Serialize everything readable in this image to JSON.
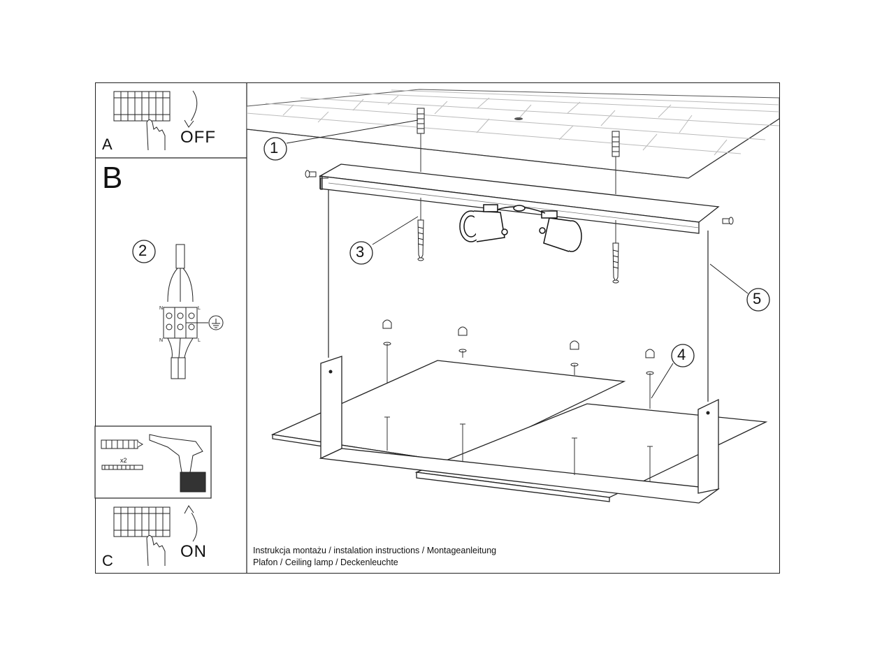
{
  "step_a": {
    "letter": "A",
    "state": "OFF"
  },
  "step_b": {
    "letter": "B"
  },
  "step_c": {
    "letter": "C",
    "state": "ON"
  },
  "drill_panel": {
    "quantity": "x2"
  },
  "wiring": {
    "terminal_left_top": "N",
    "terminal_right_top": "L",
    "terminal_left_bottom": "N",
    "terminal_right_bottom": "L"
  },
  "callouts": [
    "1",
    "2",
    "3",
    "4",
    "5"
  ],
  "caption": {
    "line1": "Instrukcja montażu / instalation instructions / Montageanleitung",
    "line2": "Plafon / Ceiling lamp / Deckenleuchte"
  }
}
